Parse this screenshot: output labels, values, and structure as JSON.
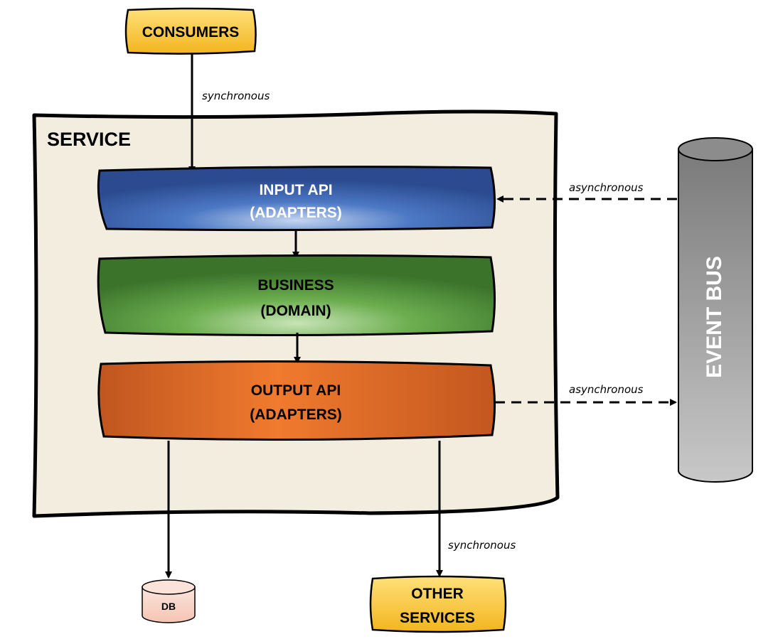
{
  "consumers": {
    "label": "CONSUMERS"
  },
  "service": {
    "title": "SERVICE"
  },
  "layers": {
    "input": {
      "line1": "INPUT API",
      "line2": "(ADAPTERS)"
    },
    "business": {
      "line1": "BUSINESS",
      "line2": "(DOMAIN)"
    },
    "output": {
      "line1": "OUTPUT API",
      "line2": "(ADAPTERS)"
    }
  },
  "event_bus": {
    "label": "EVENT BUS"
  },
  "db": {
    "label": "DB"
  },
  "other_services": {
    "line1": "OTHER",
    "line2": "SERVICES"
  },
  "edges": {
    "consumers_to_input": "synchronous",
    "bus_to_input": "asynchronous",
    "output_to_bus": "asynchronous",
    "output_to_other": "synchronous"
  },
  "colors": {
    "service_fill": "#F3EDE0",
    "input_blue_dark": "#2B4C94",
    "input_blue_light": "#B7CDEE",
    "business_green_dark": "#3E7A2E",
    "business_green_light": "#B9DCA8",
    "output_orange_dark": "#C25A21",
    "output_orange_light": "#F08337",
    "box_yellow": "#F6C33C",
    "db_pink": "#F8D7CC",
    "bus_gray_dark": "#6E6E6E",
    "bus_gray_light": "#C4C4C4"
  }
}
